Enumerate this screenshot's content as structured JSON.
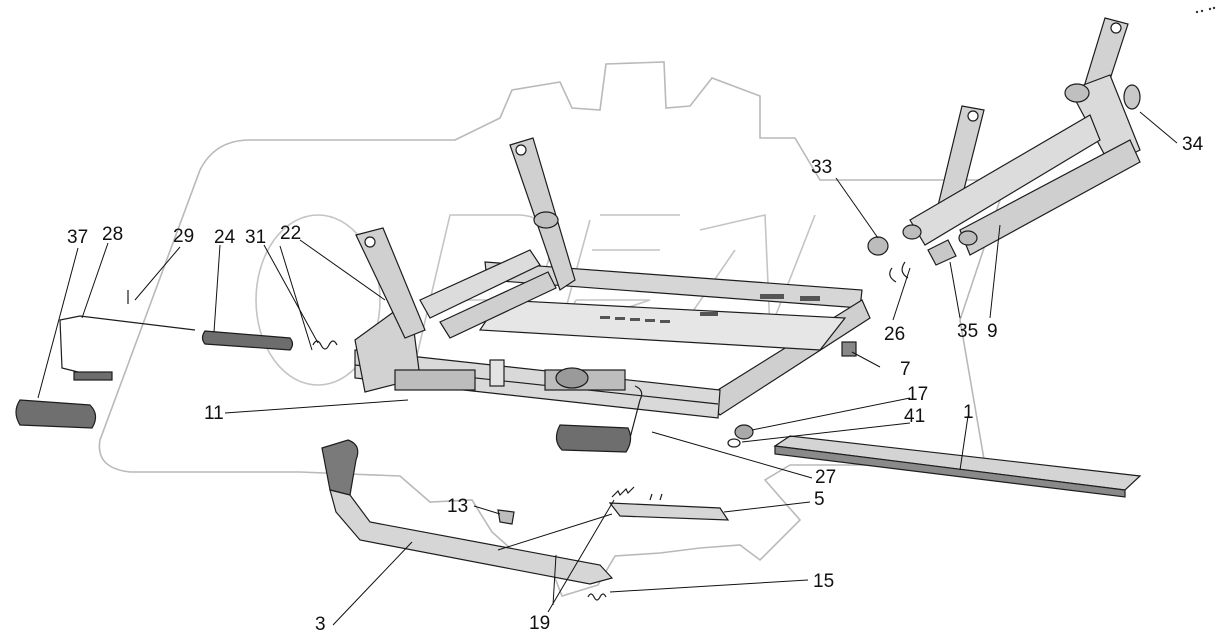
{
  "diagram": {
    "part_numbers": {
      "p1": "1",
      "p3": "3",
      "p5": "5",
      "p7": "7",
      "p9": "9",
      "p11": "11",
      "p13": "13",
      "p15": "15",
      "p17": "17",
      "p19": "19",
      "p22": "22",
      "p24": "24",
      "p26": "26",
      "p27": "27",
      "p28": "28",
      "p29": "29",
      "p31": "31",
      "p33": "33",
      "p34": "34",
      "p35": "35",
      "p37": "37",
      "p41": "41"
    },
    "watermark_text": "OPEX"
  },
  "colors": {
    "line": "#111111",
    "part_fill": "#d6d6d6",
    "part_dark": "#7a7a7a",
    "watermark": "#b9b9b9",
    "background": "#ffffff"
  }
}
